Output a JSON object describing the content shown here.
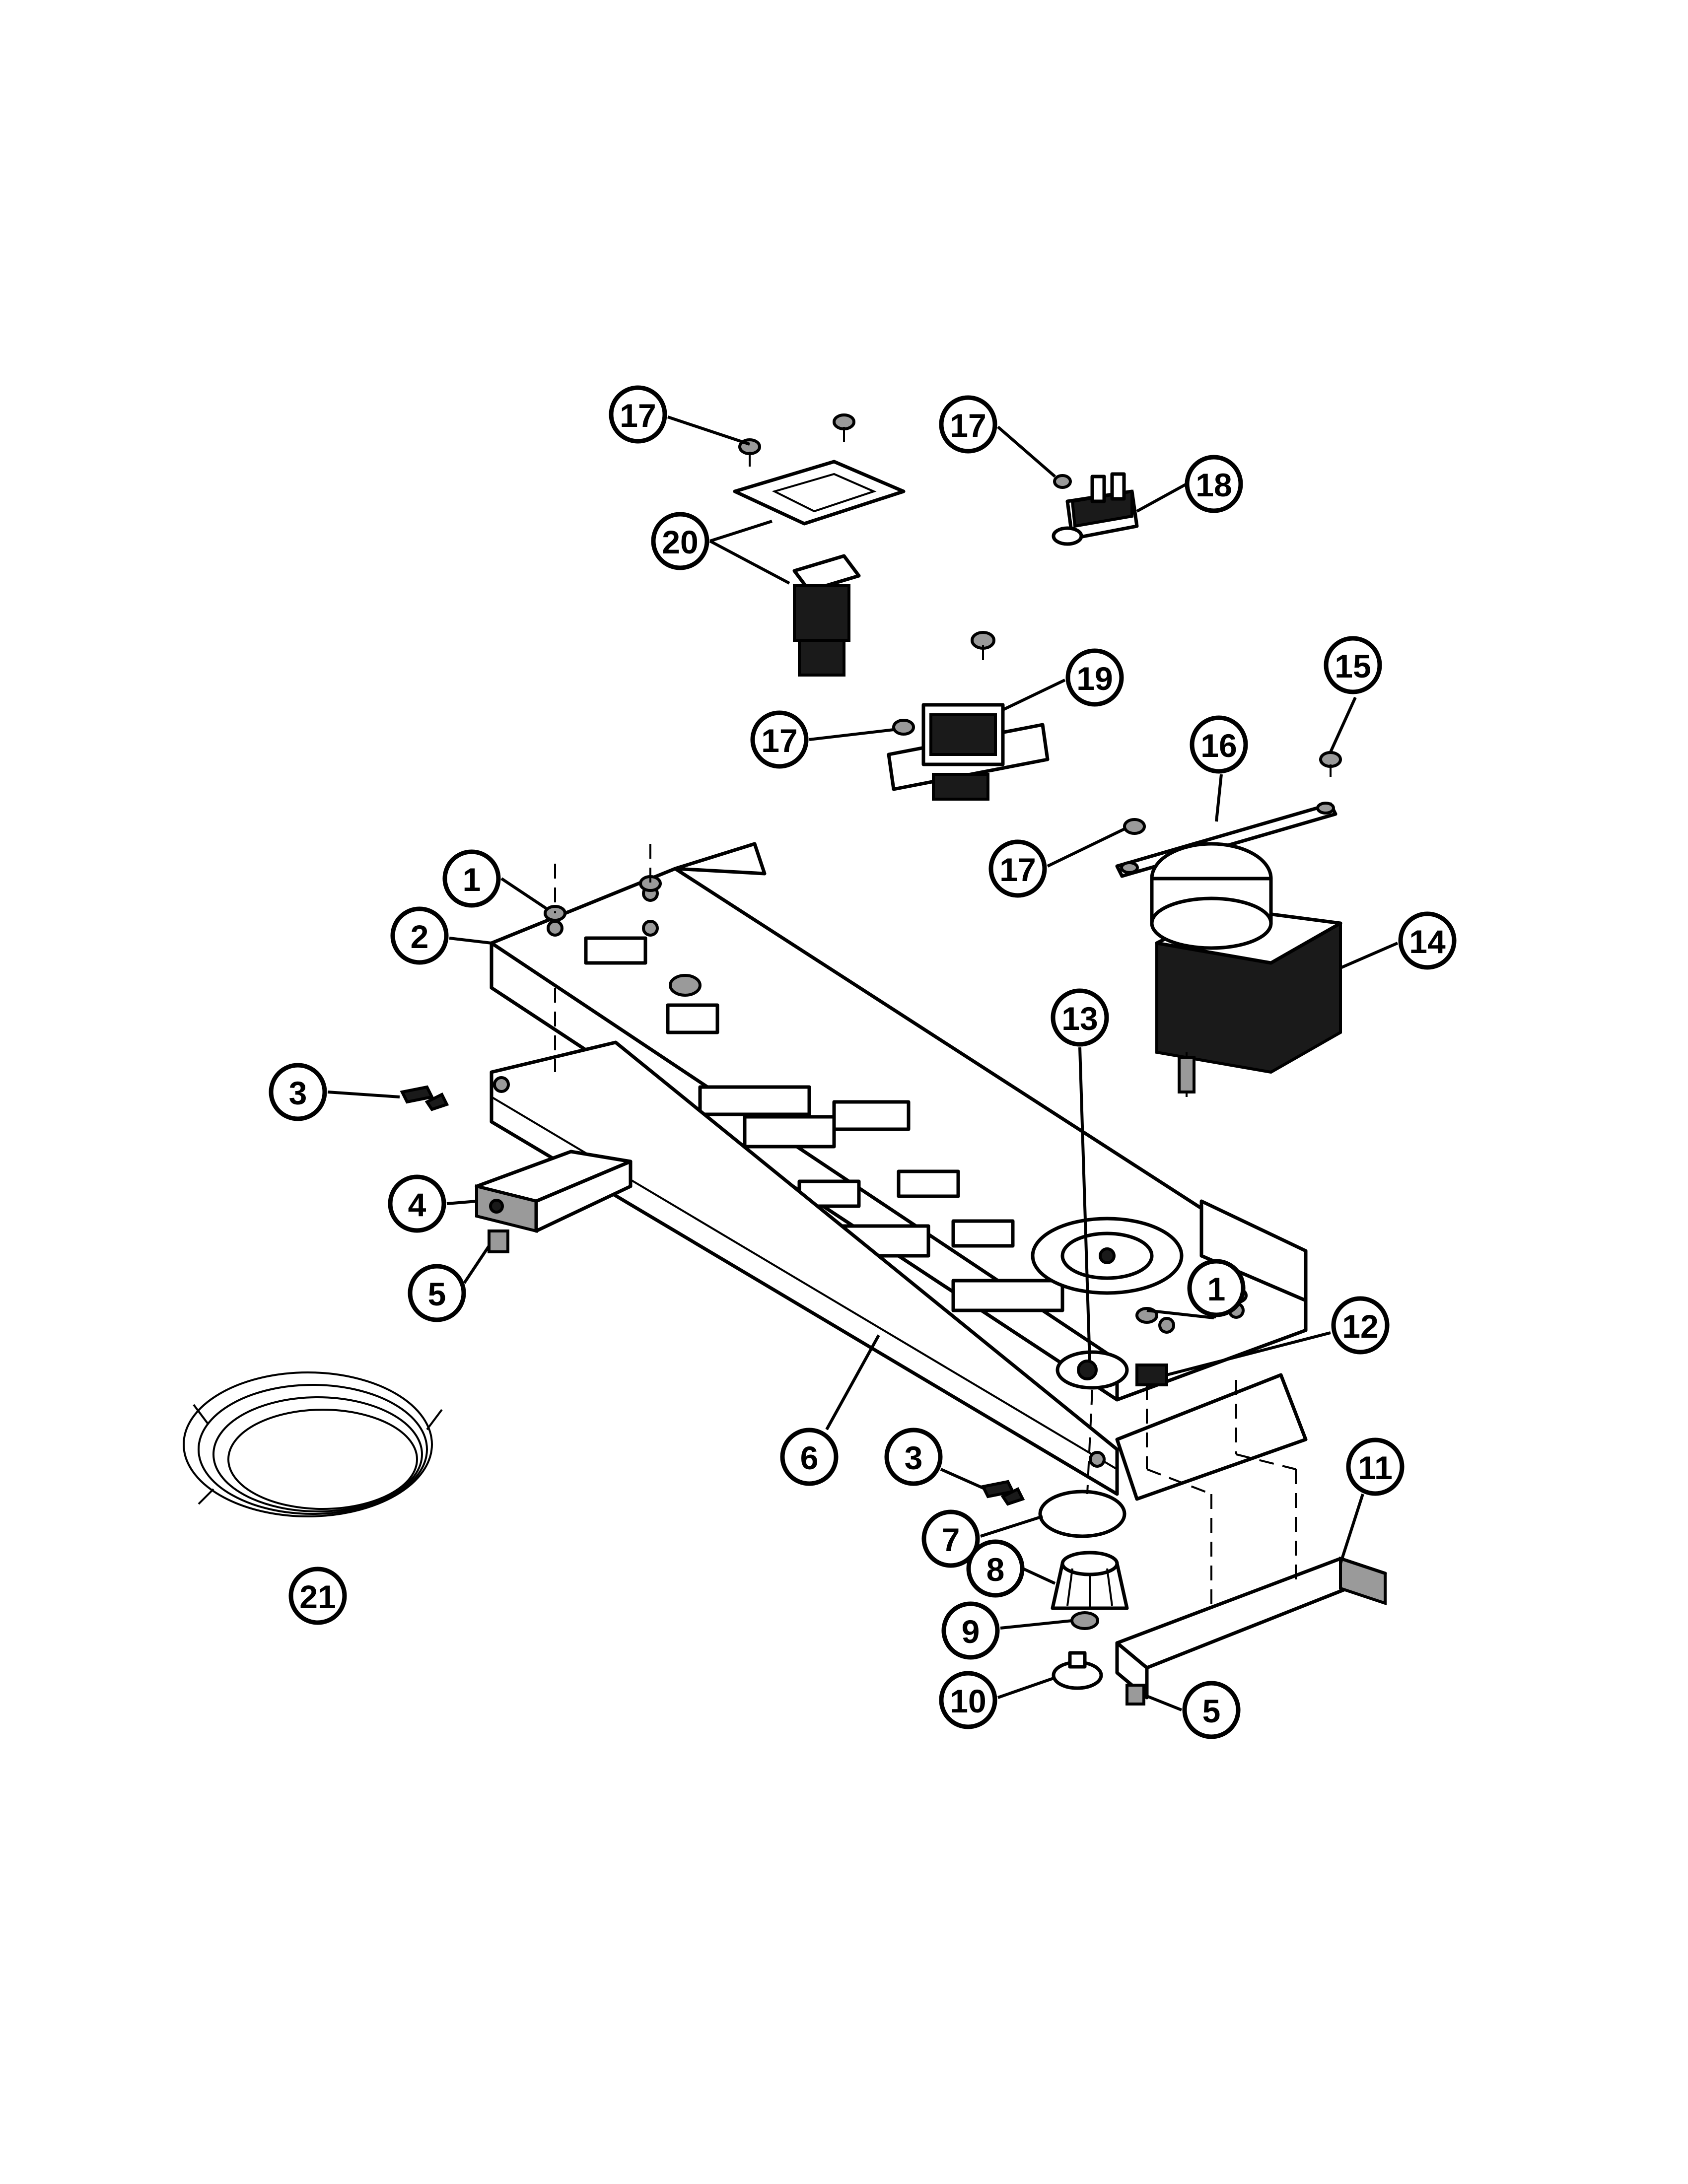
{
  "callouts": [
    {
      "id": "c1a",
      "label": "1"
    },
    {
      "id": "c1b",
      "label": "1"
    },
    {
      "id": "c2",
      "label": "2"
    },
    {
      "id": "c3a",
      "label": "3"
    },
    {
      "id": "c3b",
      "label": "3"
    },
    {
      "id": "c4",
      "label": "4"
    },
    {
      "id": "c5a",
      "label": "5"
    },
    {
      "id": "c5b",
      "label": "5"
    },
    {
      "id": "c6",
      "label": "6"
    },
    {
      "id": "c7",
      "label": "7"
    },
    {
      "id": "c8",
      "label": "8"
    },
    {
      "id": "c9",
      "label": "9"
    },
    {
      "id": "c10",
      "label": "10"
    },
    {
      "id": "c11",
      "label": "11"
    },
    {
      "id": "c12",
      "label": "12"
    },
    {
      "id": "c13",
      "label": "13"
    },
    {
      "id": "c14",
      "label": "14"
    },
    {
      "id": "c15",
      "label": "15"
    },
    {
      "id": "c16",
      "label": "16"
    },
    {
      "id": "c17a",
      "label": "17"
    },
    {
      "id": "c17b",
      "label": "17"
    },
    {
      "id": "c17c",
      "label": "17"
    },
    {
      "id": "c17d",
      "label": "17"
    },
    {
      "id": "c18",
      "label": "18"
    },
    {
      "id": "c19",
      "label": "19"
    },
    {
      "id": "c20",
      "label": "20"
    },
    {
      "id": "c21",
      "label": "21"
    }
  ]
}
